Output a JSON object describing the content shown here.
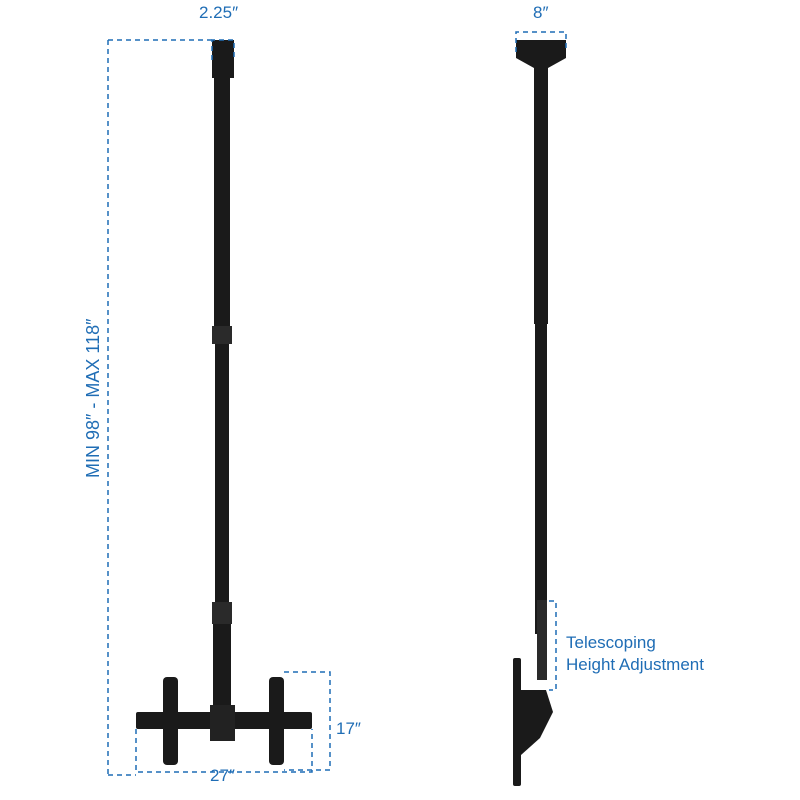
{
  "colors": {
    "dimension": "#1f6db5",
    "mount": "#1a1a1a"
  },
  "labels": {
    "pole_width": "2.25″",
    "plate_width": "8″",
    "height_range": "MIN 98″ - MAX 118″",
    "bracket_height": "17″",
    "bracket_width": "27″",
    "telescoping_line1": "Telescoping",
    "telescoping_line2": "Height Adjustment"
  },
  "views": [
    "front-view",
    "side-view"
  ]
}
